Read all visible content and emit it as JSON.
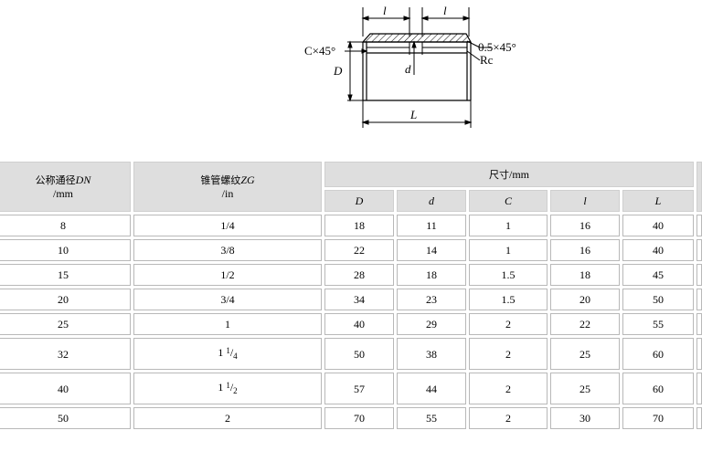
{
  "drawing": {
    "label_l_left": "l",
    "label_l_right": "l",
    "label_chamfer_left": "C×45°",
    "label_chamfer_right": "0.5×45°",
    "label_D": "D",
    "label_d": "d",
    "label_Rc": "Rc",
    "label_L": "L"
  },
  "table": {
    "header": {
      "dn_line1_cn": "公称通径",
      "dn_line1_sym": "DN",
      "dn_line2": "/mm",
      "zg_line1_cn": "锥管螺纹",
      "zg_line1_sym": "ZG",
      "zg_line2": "/in",
      "dims_cn": "尺寸",
      "dims_unit": "/mm",
      "cols": [
        "D",
        "d",
        "C",
        "l",
        "L"
      ]
    },
    "rows": [
      {
        "dn": "8",
        "zg": "1/4",
        "D": "18",
        "d": "11",
        "C": "1",
        "l": "16",
        "L": "40"
      },
      {
        "dn": "10",
        "zg": "3/8",
        "D": "22",
        "d": "14",
        "C": "1",
        "l": "16",
        "L": "40"
      },
      {
        "dn": "15",
        "zg": "1/2",
        "D": "28",
        "d": "18",
        "C": "1.5",
        "l": "18",
        "L": "45"
      },
      {
        "dn": "20",
        "zg": "3/4",
        "D": "34",
        "d": "23",
        "C": "1.5",
        "l": "20",
        "L": "50"
      },
      {
        "dn": "25",
        "zg": "1",
        "D": "40",
        "d": "29",
        "C": "2",
        "l": "22",
        "L": "55"
      },
      {
        "dn": "32",
        "zg_whole": "1",
        "zg_num": "1",
        "zg_den": "4",
        "D": "50",
        "d": "38",
        "C": "2",
        "l": "25",
        "L": "60"
      },
      {
        "dn": "40",
        "zg_whole": "1",
        "zg_num": "1",
        "zg_den": "2",
        "D": "57",
        "d": "44",
        "C": "2",
        "l": "25",
        "L": "60"
      },
      {
        "dn": "50",
        "zg": "2",
        "D": "70",
        "d": "55",
        "C": "2",
        "l": "30",
        "L": "70"
      }
    ]
  }
}
